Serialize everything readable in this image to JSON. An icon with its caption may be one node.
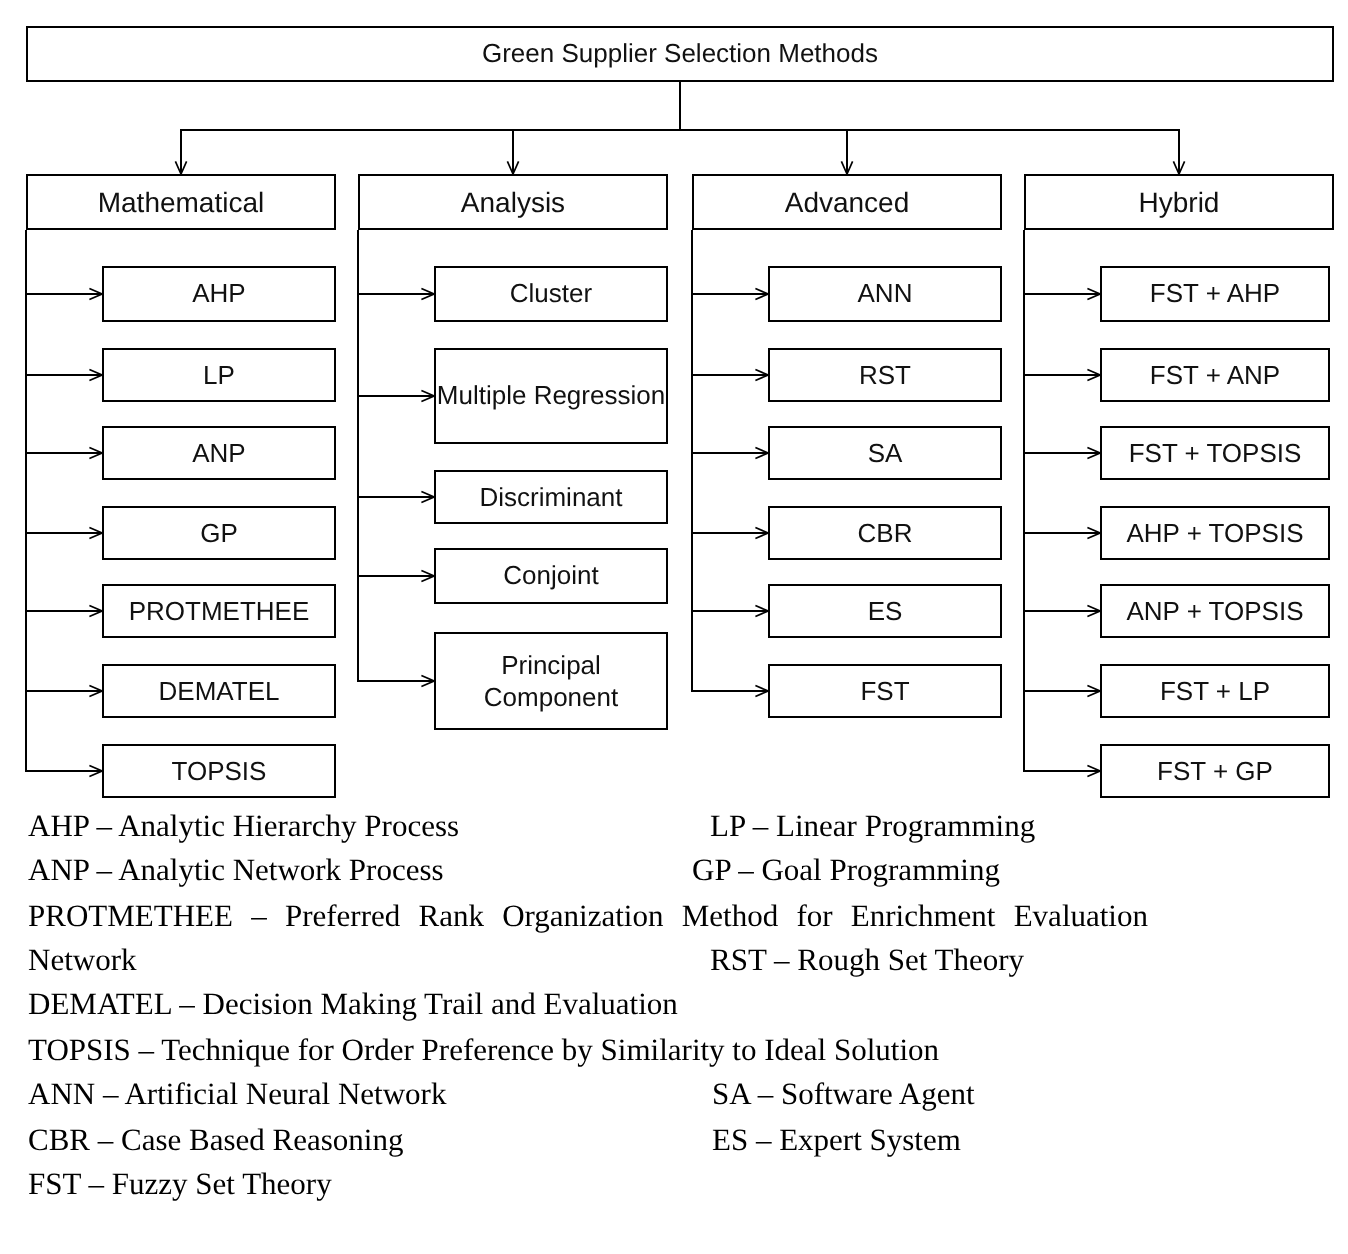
{
  "diagram": {
    "nodes": [
      {
        "text": [
          "Green Supplier Selection Methods"
        ]
      },
      {
        "text": [
          "Mathematical"
        ]
      },
      {
        "text": [
          "Analysis"
        ]
      },
      {
        "text": [
          "Advanced"
        ]
      },
      {
        "text": [
          "Hybrid"
        ]
      },
      {
        "text": [
          "AHP"
        ]
      },
      {
        "text": [
          "LP"
        ]
      },
      {
        "text": [
          "ANP"
        ]
      },
      {
        "text": [
          "GP"
        ]
      },
      {
        "text": [
          "PROTMETHEE"
        ]
      },
      {
        "text": [
          "DEMATEL"
        ]
      },
      {
        "text": [
          "TOPSIS"
        ]
      },
      {
        "text": [
          "Cluster"
        ]
      },
      {
        "text": [
          "Multiple Regression"
        ]
      },
      {
        "text": [
          "Discriminant"
        ]
      },
      {
        "text": [
          "Conjoint"
        ]
      },
      {
        "text": [
          "Principal Component"
        ]
      },
      {
        "text": [
          "ANN"
        ]
      },
      {
        "text": [
          "RST"
        ]
      },
      {
        "text": [
          "SA"
        ]
      },
      {
        "text": [
          "CBR"
        ]
      },
      {
        "text": [
          "ES"
        ]
      },
      {
        "text": [
          "FST"
        ]
      },
      {
        "text": [
          "FST + AHP"
        ]
      },
      {
        "text": [
          "FST + ANP"
        ]
      },
      {
        "text": [
          "FST + TOPSIS"
        ]
      },
      {
        "text": [
          "AHP + TOPSIS"
        ]
      },
      {
        "text": [
          "ANP + TOPSIS"
        ]
      },
      {
        "text": [
          "FST + LP"
        ]
      },
      {
        "text": [
          "FST + GP"
        ]
      }
    ],
    "edges": [
      {
        "from": 0,
        "to": 1,
        "arrow": "to"
      },
      {
        "from": 0,
        "to": 2,
        "arrow": "to"
      },
      {
        "from": 0,
        "to": 3,
        "arrow": "to"
      },
      {
        "from": 0,
        "to": 4,
        "arrow": "to"
      },
      {
        "from": 1,
        "to": 5,
        "arrow": "to"
      },
      {
        "from": 1,
        "to": 6,
        "arrow": "to"
      },
      {
        "from": 1,
        "to": 7,
        "arrow": "to"
      },
      {
        "from": 1,
        "to": 8,
        "arrow": "to"
      },
      {
        "from": 1,
        "to": 9,
        "arrow": "to"
      },
      {
        "from": 1,
        "to": 10,
        "arrow": "to"
      },
      {
        "from": 1,
        "to": 11,
        "arrow": "to"
      },
      {
        "from": 2,
        "to": 12,
        "arrow": "to"
      },
      {
        "from": 2,
        "to": 13,
        "arrow": "to"
      },
      {
        "from": 2,
        "to": 14,
        "arrow": "to"
      },
      {
        "from": 2,
        "to": 15,
        "arrow": "to"
      },
      {
        "from": 2,
        "to": 16,
        "arrow": "to"
      },
      {
        "from": 3,
        "to": 17,
        "arrow": "to"
      },
      {
        "from": 3,
        "to": 18,
        "arrow": "to"
      },
      {
        "from": 3,
        "to": 19,
        "arrow": "to"
      },
      {
        "from": 3,
        "to": 20,
        "arrow": "to"
      },
      {
        "from": 3,
        "to": 21,
        "arrow": "to"
      },
      {
        "from": 3,
        "to": 22,
        "arrow": "to"
      },
      {
        "from": 4,
        "to": 23,
        "arrow": "to"
      },
      {
        "from": 4,
        "to": 24,
        "arrow": "to"
      },
      {
        "from": 4,
        "to": 25,
        "arrow": "to"
      },
      {
        "from": 4,
        "to": 26,
        "arrow": "to"
      },
      {
        "from": 4,
        "to": 27,
        "arrow": "to"
      },
      {
        "from": 4,
        "to": 28,
        "arrow": "to"
      },
      {
        "from": 4,
        "to": 29,
        "arrow": "to"
      }
    ],
    "labels": [
      "AHP – Analytic Hierarchy Process",
      "LP – Linear Programming",
      "ANP – Analytic Network Process",
      "GP – Goal Programming",
      "PROTMETHEE – Preferred Rank Organization Method for Enrichment Evaluation Network",
      "RST – Rough Set Theory",
      "DEMATEL – Decision Making Trail and Evaluation",
      "TOPSIS – Technique for Order Preference by Similarity to Ideal Solution",
      "ANN – Artificial Neural Network",
      "SA – Software Agent",
      "CBR – Case Based Reasoning",
      "ES – Expert System",
      "FST – Fuzzy Set Theory"
    ]
  }
}
